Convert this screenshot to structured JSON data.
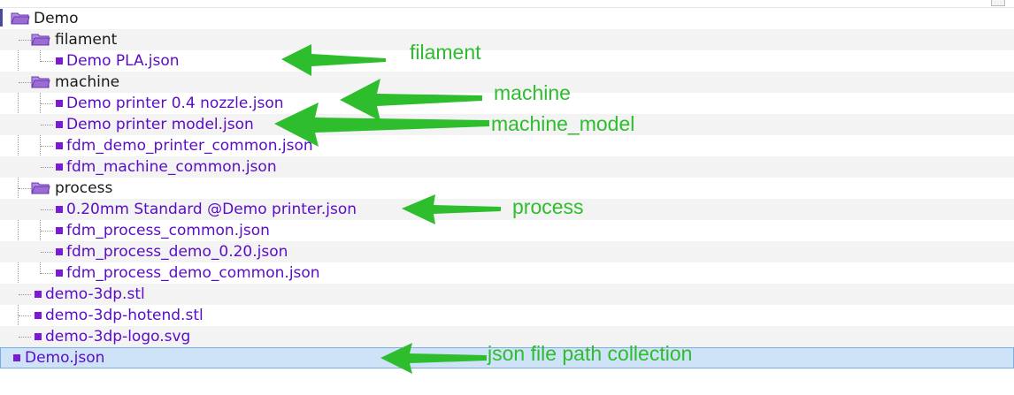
{
  "tree": {
    "root": {
      "label": "Demo",
      "icon": "folder-open-icon"
    },
    "folders": {
      "filament": {
        "label": "filament",
        "files": [
          "Demo PLA.json"
        ]
      },
      "machine": {
        "label": "machine",
        "files": [
          "Demo printer 0.4 nozzle.json",
          "Demo printer model.json",
          "fdm_demo_printer_common.json",
          "fdm_machine_common.json"
        ]
      },
      "process": {
        "label": "process",
        "files": [
          "0.20mm Standard @Demo printer.json",
          "fdm_process_common.json",
          "fdm_process_demo_0.20.json",
          "fdm_process_demo_common.json"
        ]
      }
    },
    "root_files": [
      "demo-3dp.stl",
      "demo-3dp-hotend.stl",
      "demo-3dp-logo.svg"
    ],
    "selected_file": "Demo.json"
  },
  "annotations": {
    "filament": "filament",
    "machine": "machine",
    "machine_model": "machine_model",
    "process": "process",
    "json": "json file path collection"
  },
  "colors": {
    "annotation": "#2dbd2d",
    "file_text": "#5b0cc4",
    "file_icon": "#7a1ad6",
    "folder": "#9b6bd6",
    "selection": "#cfe3f8"
  }
}
